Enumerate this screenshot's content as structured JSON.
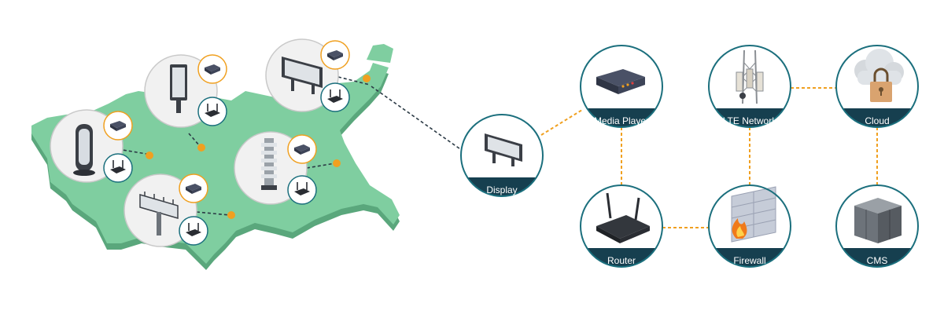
{
  "colors": {
    "map_fill": "#7fcea0",
    "map_side": "#5aa77c",
    "ring": "#1b6f7d",
    "label_band": "#163f4f",
    "accent_dot": "#f0a020",
    "dashed_dark": "#2b3a45",
    "dashed_orange": "#f0a020",
    "bubble_bg": "#f1f1f1",
    "bubble_stroke": "#c9c9c9"
  },
  "map": {
    "sites": [
      {
        "icon": "tower-kiosk-icon"
      },
      {
        "icon": "portrait-screen-icon"
      },
      {
        "icon": "landscape-screen-icon"
      },
      {
        "icon": "stacked-totem-icon"
      },
      {
        "icon": "billboard-icon"
      }
    ],
    "device_icons": [
      "media-player-icon",
      "router-icon"
    ]
  },
  "network": {
    "nodes": [
      {
        "id": "display",
        "label": "Display",
        "icon": "display-icon"
      },
      {
        "id": "media_player",
        "label": "Media Player",
        "icon": "media-player-icon"
      },
      {
        "id": "lte",
        "label": "LTE Network",
        "icon": "cell-tower-icon"
      },
      {
        "id": "cloud",
        "label": "Cloud",
        "icon": "cloud-lock-icon"
      },
      {
        "id": "router",
        "label": "Router",
        "icon": "router-icon"
      },
      {
        "id": "firewall",
        "label": "Firewall",
        "icon": "firewall-icon"
      },
      {
        "id": "cms",
        "label": "CMS",
        "icon": "server-icon"
      }
    ],
    "links": [
      [
        "display",
        "media_player"
      ],
      [
        "media_player",
        "router"
      ],
      [
        "router",
        "firewall"
      ],
      [
        "firewall",
        "lte"
      ],
      [
        "lte",
        "cloud"
      ],
      [
        "cloud",
        "cms"
      ]
    ]
  }
}
